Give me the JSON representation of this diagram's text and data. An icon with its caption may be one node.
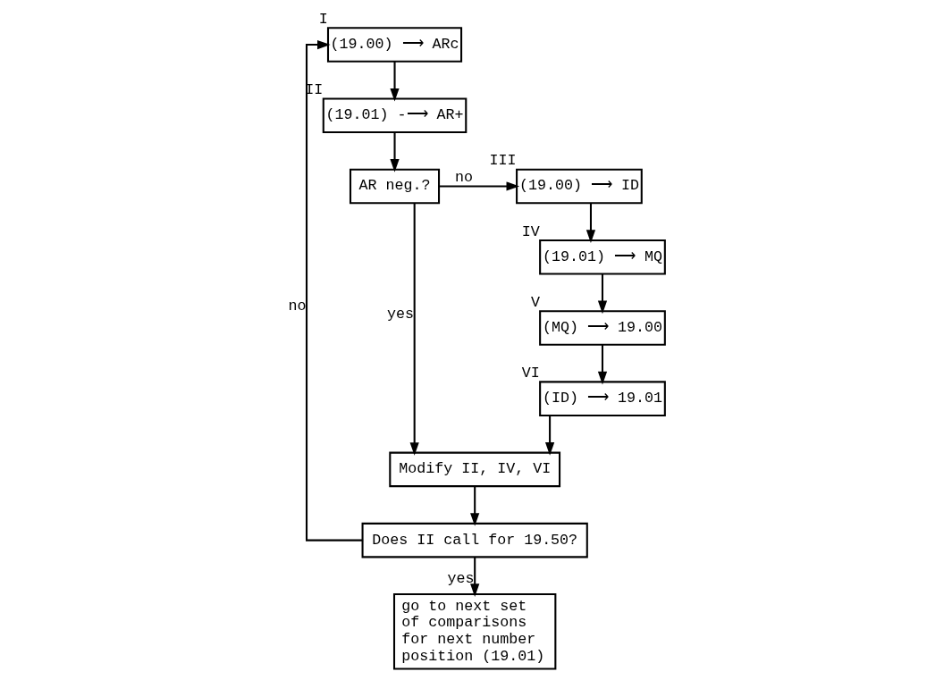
{
  "diagram": {
    "nodes": [
      {
        "text": [
          "(19.00) ⟶ ARc"
        ],
        "beside": [
          "I"
        ]
      },
      {
        "text": [
          "(19.01) -⟶ AR+"
        ],
        "beside": [
          "II"
        ]
      },
      {
        "text": [
          "AR neg.?"
        ]
      },
      {
        "text": [
          "(19.00) ⟶ ID"
        ],
        "beside": [
          "III"
        ]
      },
      {
        "text": [
          "(19.01) ⟶ MQ"
        ],
        "beside": [
          "IV"
        ]
      },
      {
        "text": [
          "(MQ) ⟶ 19.00"
        ],
        "beside": [
          "V"
        ]
      },
      {
        "text": [
          "(ID) ⟶ 19.01"
        ],
        "beside": [
          "VI"
        ]
      },
      {
        "text": [
          "Modify II, IV, VI"
        ]
      },
      {
        "text": [
          "Does II call for 19.50?"
        ]
      },
      {
        "text": [
          "go to next set of comparisons for next number position (19.01)"
        ]
      }
    ],
    "edges": [
      {
        "from": 0,
        "to": 1,
        "arrow": "to"
      },
      {
        "from": 1,
        "to": 2,
        "arrow": "to"
      },
      {
        "from": 2,
        "to": 3,
        "arrow": "to",
        "label": "no"
      },
      {
        "from": 3,
        "to": 4,
        "arrow": "to"
      },
      {
        "from": 4,
        "to": 5,
        "arrow": "to"
      },
      {
        "from": 5,
        "to": 6,
        "arrow": "to"
      },
      {
        "from": 2,
        "to": 7,
        "arrow": "to",
        "label": "yes"
      },
      {
        "from": 6,
        "to": 7,
        "arrow": "to"
      },
      {
        "from": 7,
        "to": 8,
        "arrow": "to"
      },
      {
        "from": 8,
        "to": 0,
        "arrow": "to",
        "label": "no"
      },
      {
        "from": 8,
        "to": 9,
        "arrow": "to",
        "label": "yes"
      }
    ]
  }
}
